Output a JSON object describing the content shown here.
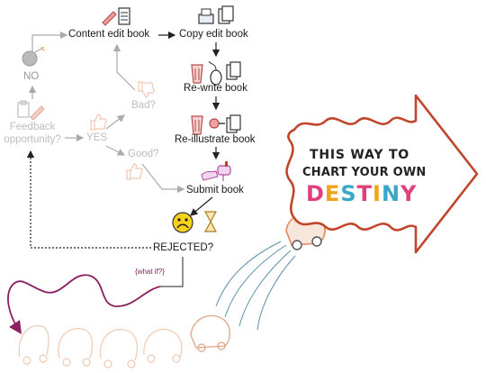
{
  "flow": {
    "content_edit": "Content edit book",
    "copy_edit": "Copy edit book",
    "rewrite": "Re-write book",
    "reillustrate": "Re-illustrate book",
    "submit": "Submit book",
    "rejected": "REJECTED?",
    "what_if": "{what if?}",
    "feedback_line1": "Feedback",
    "feedback_line2": "opportunity?",
    "no": "NO",
    "yes": "YES",
    "bad": "Bad?",
    "good": "Good?"
  },
  "sign": {
    "line1": "THIS WAY TO",
    "line2": "CHART YOUR OWN",
    "destiny_letters": [
      "D",
      "E",
      "S",
      "T",
      "I",
      "N",
      "Y"
    ],
    "destiny_colors": [
      "#e0407a",
      "#f2a21b",
      "#3aa7c9",
      "#e0407a",
      "#f2a21b",
      "#3aa7c9",
      "#e0407a"
    ]
  },
  "colors": {
    "car": "#e08a5c",
    "sign_border": "#c0452b",
    "path": "#8b2060",
    "arrow_grey": "#aaaaaa"
  }
}
